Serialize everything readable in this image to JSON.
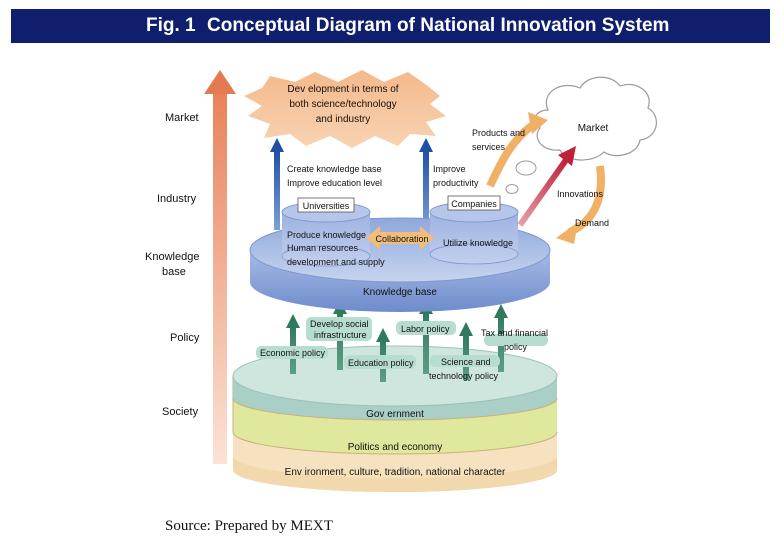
{
  "title": {
    "fig": "Fig. 1",
    "text": "Conceptual Diagram of National Innovation System"
  },
  "levels": [
    "Market",
    "Industry",
    "Knowledge",
    "base",
    "Policy",
    "Society"
  ],
  "burst": [
    "Dev elopment in terms of",
    "both science/technology",
    "and industry"
  ],
  "cloud": "Market",
  "products": [
    "Products and",
    "services"
  ],
  "innovations": "Innovations",
  "demand": "Demand",
  "create": [
    "Create knowledge base",
    "Improve education level"
  ],
  "improve": [
    "Improve",
    "productivity"
  ],
  "universities": "Universities",
  "companies": "Companies",
  "produce": [
    "Produce knowledge",
    "Human resources",
    "development and supply"
  ],
  "collaboration": "Collaboration",
  "utilize": "Utilize knowledge",
  "knowledge_base": "Knowledge base",
  "policies": {
    "develop": [
      "Develop social",
      "infrastructure"
    ],
    "labor": "Labor policy",
    "tax": [
      "Tax and financial",
      "policy"
    ],
    "economic": "Economic policy",
    "education": "Education policy",
    "science": [
      "Science and",
      "technology policy"
    ]
  },
  "layers": {
    "government": "Gov ernment",
    "politics": "Politics and economy",
    "environment": "Env ironment, culture, tradition, national character"
  },
  "source": "Source: Prepared by MEXT"
}
